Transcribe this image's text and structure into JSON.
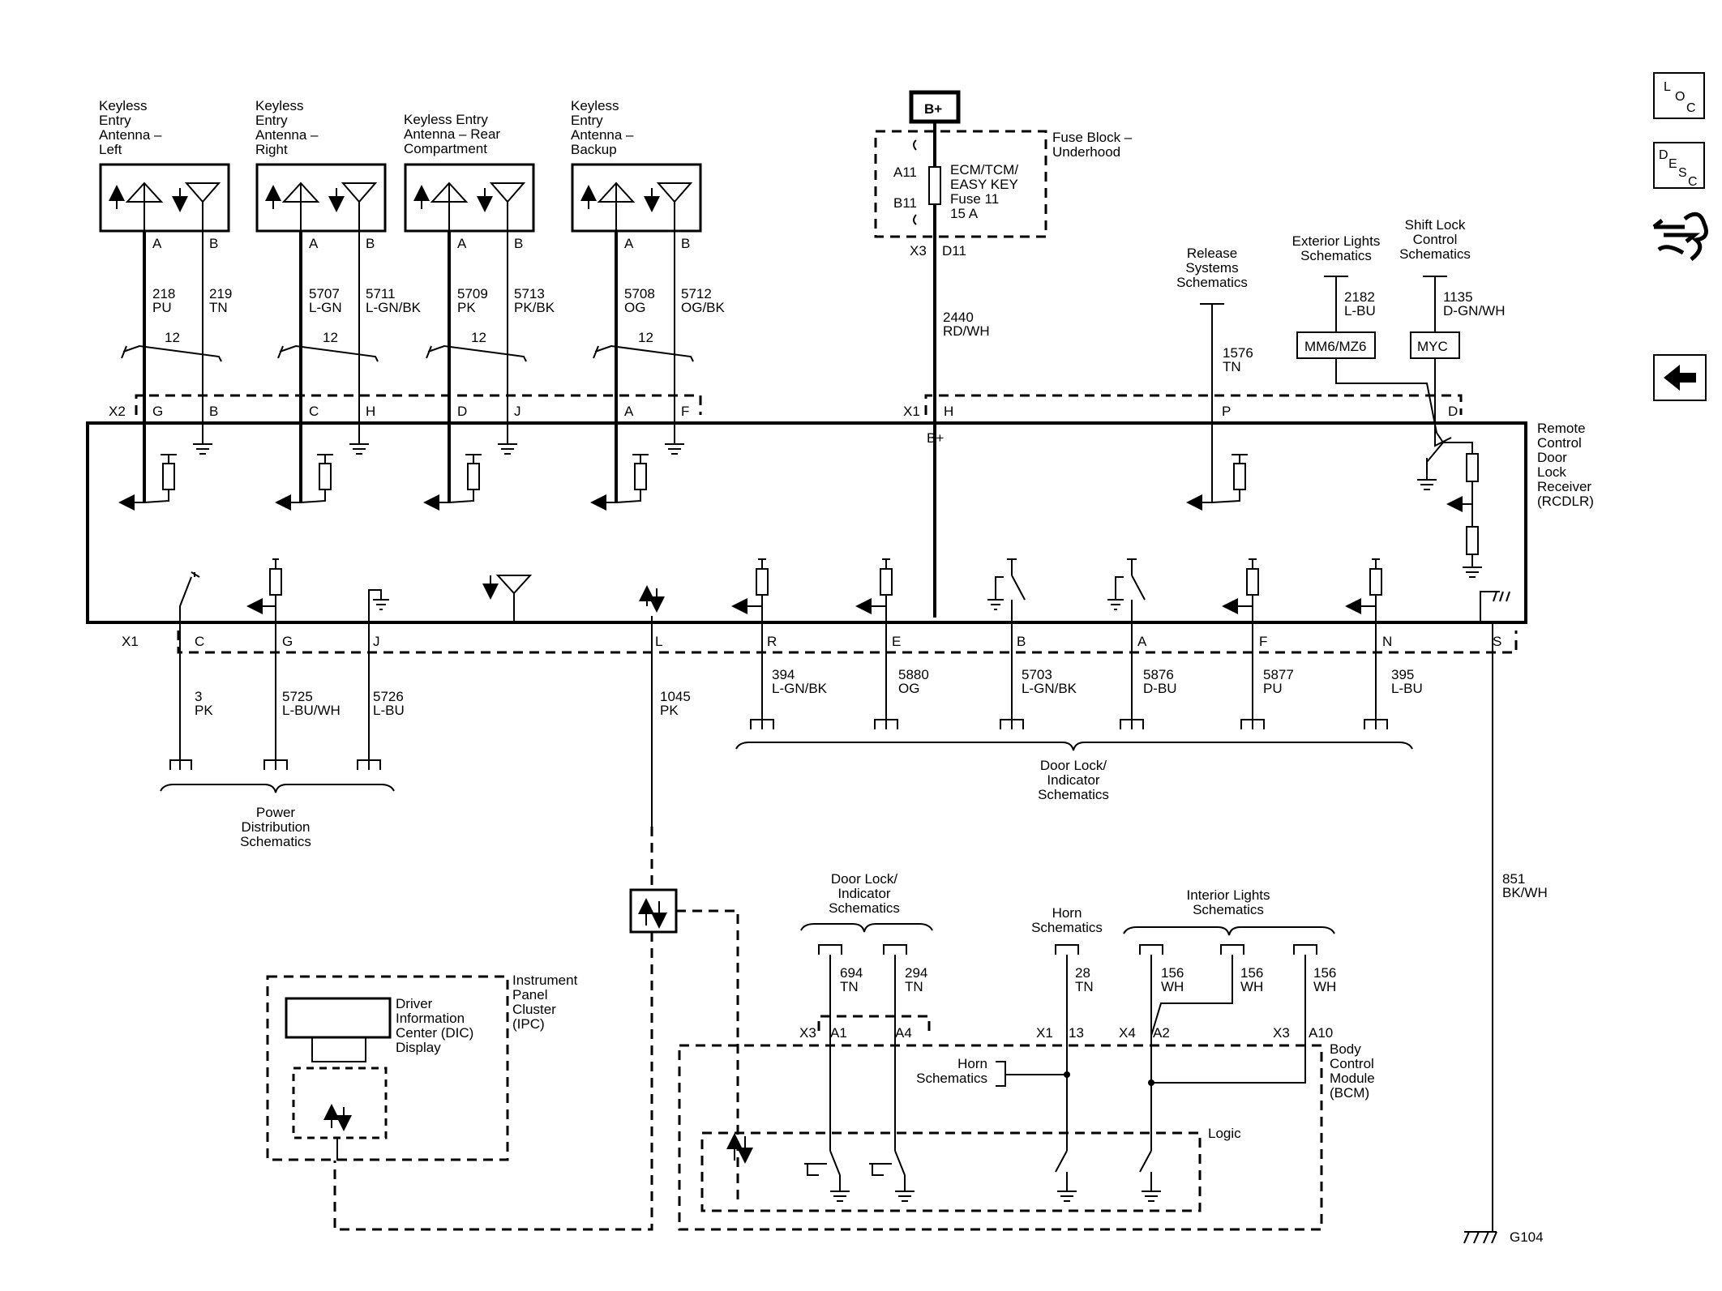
{
  "antennas": [
    {
      "title": [
        "Keyless",
        "Entry",
        "Antenna –",
        "Left"
      ],
      "pinA": "A",
      "pinB": "B",
      "wireA": [
        "218",
        "PU"
      ],
      "wireB": [
        "219",
        "TN"
      ],
      "twist": "12",
      "connA": "G",
      "connB": "B"
    },
    {
      "title": [
        "Keyless",
        "Entry",
        "Antenna –",
        "Right"
      ],
      "pinA": "A",
      "pinB": "B",
      "wireA": [
        "5707",
        "L-GN"
      ],
      "wireB": [
        "5711",
        "L-GN/BK"
      ],
      "twist": "12",
      "connA": "C",
      "connB": "H"
    },
    {
      "title": [
        "Keyless Entry",
        "Antenna – Rear",
        "Compartment"
      ],
      "pinA": "A",
      "pinB": "B",
      "wireA": [
        "5709",
        "PK"
      ],
      "wireB": [
        "5713",
        "PK/BK"
      ],
      "twist": "12",
      "connA": "D",
      "connB": "J"
    },
    {
      "title": [
        "Keyless",
        "Entry",
        "Antenna –",
        "Backup"
      ],
      "pinA": "A",
      "pinB": "B",
      "wireA": [
        "5708",
        "OG"
      ],
      "wireB": [
        "5712",
        "OG/BK"
      ],
      "twist": "12",
      "connA": "A",
      "connB": "F"
    }
  ],
  "fuse": {
    "bplus": "B+",
    "block": [
      "Fuse Block –",
      "Underhood"
    ],
    "pin_top": "A11",
    "pin_bot": "B11",
    "label": [
      "ECM/TCM/",
      "EASY KEY",
      "Fuse 11",
      "15 A"
    ],
    "conn": "X3",
    "conn_pin": "D11",
    "wire": [
      "2440",
      "RD/WH"
    ]
  },
  "top_refs": {
    "release": [
      "Release",
      "Systems",
      "Schematics"
    ],
    "release_wire": [
      "1576",
      "TN"
    ],
    "ext_lights": [
      "Exterior Lights",
      "Schematics"
    ],
    "ext_wire": [
      "2182",
      "L-BU"
    ],
    "ext_opt": "MM6/MZ6",
    "shift": [
      "Shift Lock",
      "Control",
      "Schematics"
    ],
    "shift_wire": [
      "1135",
      "D-GN/WH"
    ],
    "shift_opt": "MYC"
  },
  "rcdlr": {
    "name": [
      "Remote",
      "Control",
      "Door",
      "Lock",
      "Receiver",
      "(RCDLR)"
    ],
    "x2": "X2",
    "x1_top": "X1",
    "pin_h": "H",
    "pin_p": "P",
    "pin_d": "D",
    "bplus_label": "B+",
    "x1_bot": "X1",
    "bottom_pins": [
      "C",
      "G",
      "J",
      "L",
      "R",
      "E",
      "B",
      "A",
      "F",
      "N",
      "S"
    ]
  },
  "bottom_wires": {
    "C": [
      "3",
      "PK"
    ],
    "G": [
      "5725",
      "L-BU/WH"
    ],
    "J": [
      "5726",
      "L-BU"
    ],
    "L": [
      "1045",
      "PK"
    ],
    "R": [
      "394",
      "L-GN/BK"
    ],
    "E": [
      "5880",
      "OG"
    ],
    "B": [
      "5703",
      "L-GN/BK"
    ],
    "A": [
      "5876",
      "D-BU"
    ],
    "F": [
      "5877",
      "PU"
    ],
    "N": [
      "395",
      "L-BU"
    ],
    "S": [
      "851",
      "BK/WH"
    ]
  },
  "refs": {
    "power_dist": [
      "Power",
      "Distribution",
      "Schematics"
    ],
    "door_lock_main": [
      "Door Lock/",
      "Indicator",
      "Schematics"
    ],
    "door_lock_bcm": [
      "Door Lock/",
      "Indicator",
      "Schematics"
    ],
    "horn_top": [
      "Horn",
      "Schematics"
    ],
    "horn_side": [
      "Horn",
      "Schematics"
    ],
    "interior": [
      "Interior Lights",
      "Schematics"
    ]
  },
  "ipc": {
    "name": [
      "Instrument",
      "Panel",
      "Cluster",
      "(IPC)"
    ],
    "dic": [
      "Driver",
      "Information",
      "Center (DIC)",
      "Display"
    ]
  },
  "bcm": {
    "name": [
      "Body",
      "Control",
      "Module",
      "(BCM)"
    ],
    "logic": "Logic",
    "x3": "X3",
    "pin_a1": "A1",
    "pin_a4": "A4",
    "x1": "X1",
    "pin_13": "13",
    "x4": "X4",
    "pin_a2": "A2",
    "x3b": "X3",
    "pin_a10": "A10",
    "wires": {
      "a1": [
        "694",
        "TN"
      ],
      "a4": [
        "294",
        "TN"
      ],
      "13": [
        "28",
        "TN"
      ],
      "a2": [
        "156",
        "WH"
      ],
      "mid": [
        "156",
        "WH"
      ],
      "a10": [
        "156",
        "WH"
      ]
    }
  },
  "ground": "G104",
  "sidebar": {
    "loc": [
      "L",
      "O",
      "C"
    ],
    "desc": [
      "D",
      "E",
      "S",
      "C"
    ]
  }
}
